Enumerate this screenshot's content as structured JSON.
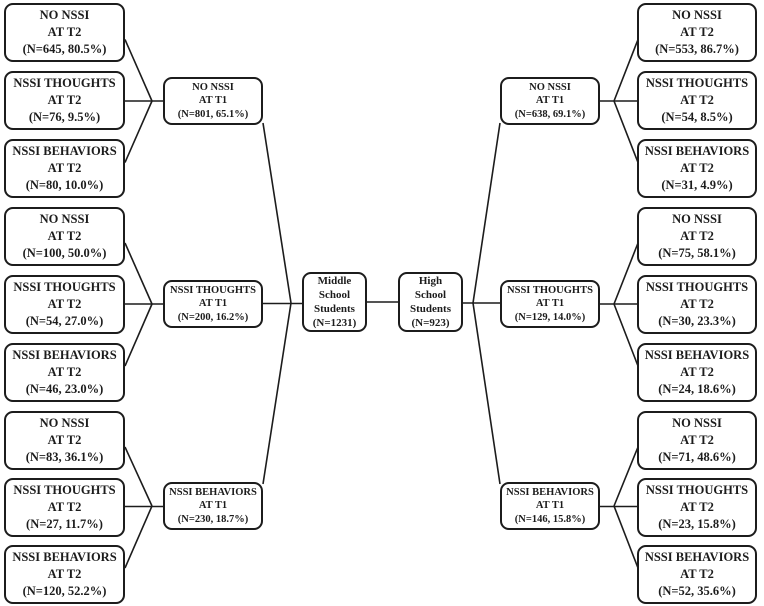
{
  "figure": {
    "description": "Flow diagram of NSSI status at T1 and T2 for middle school and high school students",
    "middle_school": {
      "root": "Middle\nSchool\nStudents\n(N=1231)",
      "branches": [
        {
          "t1": "NO NSSI\nAT T1\n(N=801, 65.1%)",
          "t2": [
            "NO NSSI\nAT T2\n(N=645, 80.5%)",
            "NSSI THOUGHTS\nAT T2\n(N=76, 9.5%)",
            "NSSI BEHAVIORS\nAT T2\n(N=80, 10.0%)"
          ]
        },
        {
          "t1": "NSSI THOUGHTS\nAT T1\n(N=200, 16.2%)",
          "t2": [
            "NO NSSI\nAT T2\n(N=100, 50.0%)",
            "NSSI THOUGHTS\nAT T2\n(N=54, 27.0%)",
            "NSSI BEHAVIORS\nAT T2\n(N=46, 23.0%)"
          ]
        },
        {
          "t1": "NSSI BEHAVIORS\nAT T1\n(N=230, 18.7%)",
          "t2": [
            "NO NSSI\nAT T2\n(N=83, 36.1%)",
            "NSSI THOUGHTS\nAT T2\n(N=27, 11.7%)",
            "NSSI BEHAVIORS\nAT T2\n(N=120, 52.2%)"
          ]
        }
      ]
    },
    "high_school": {
      "root": "High\nSchool\nStudents\n(N=923)",
      "branches": [
        {
          "t1": "NO NSSI\nAT T1\n(N=638, 69.1%)",
          "t2": [
            "NO NSSI\nAT T2\n(N=553, 86.7%)",
            "NSSI THOUGHTS\nAT T2\n(N=54, 8.5%)",
            "NSSI BEHAVIORS\nAT T2\n(N=31, 4.9%)"
          ]
        },
        {
          "t1": "NSSI THOUGHTS\nAT T1\n(N=129, 14.0%)",
          "t2": [
            "NO NSSI\nAT T2\n(N=75, 58.1%)",
            "NSSI THOUGHTS\nAT T2\n(N=30, 23.3%)",
            "NSSI BEHAVIORS\nAT T2\n(N=24, 18.6%)"
          ]
        },
        {
          "t1": "NSSI BEHAVIORS\nAT T1\n(N=146, 15.8%)",
          "t2": [
            "NO NSSI\nAT T2\n(N=71, 48.6%)",
            "NSSI THOUGHTS\nAT T2\n(N=23, 15.8%)",
            "NSSI BEHAVIORS\nAT T2\n(N=52, 35.6%)"
          ]
        }
      ]
    }
  },
  "colors": {
    "border": "#1c1c1c",
    "text": "#1c1c1c",
    "background": "#ffffff"
  }
}
